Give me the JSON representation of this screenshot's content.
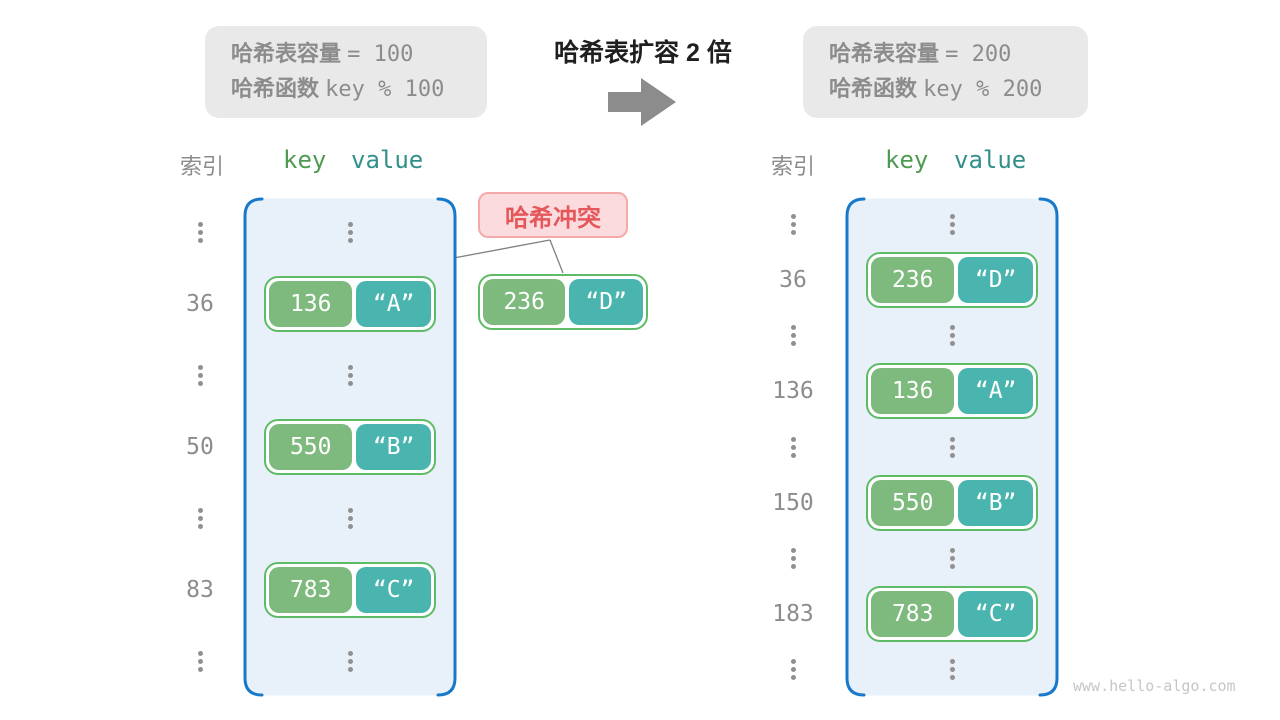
{
  "info_left": {
    "line1_label": "哈希表容量",
    "line1_value": "=  100",
    "line2_label": "哈希函数",
    "line2_value": "key % 100"
  },
  "info_right": {
    "line1_label": "哈希表容量",
    "line1_value": "=  200",
    "line2_label": "哈希函数",
    "line2_value": "key % 200"
  },
  "title": "哈希表扩容 2 倍",
  "arrow_icon": "right-arrow",
  "collision": {
    "label": "哈希冲突",
    "pair": {
      "key": "236",
      "value": "“D”"
    }
  },
  "headers": {
    "index": "索引",
    "key": "key",
    "value": "value"
  },
  "tables": {
    "left": {
      "rows": [
        {
          "type": "ellipsis"
        },
        {
          "type": "data",
          "index": "36",
          "key": "136",
          "value": "“A”"
        },
        {
          "type": "ellipsis"
        },
        {
          "type": "data",
          "index": "50",
          "key": "550",
          "value": "“B”"
        },
        {
          "type": "ellipsis"
        },
        {
          "type": "data",
          "index": "83",
          "key": "783",
          "value": "“C”"
        },
        {
          "type": "ellipsis"
        }
      ]
    },
    "right": {
      "rows": [
        {
          "type": "ellipsis"
        },
        {
          "type": "data",
          "index": "36",
          "key": "236",
          "value": "“D”"
        },
        {
          "type": "ellipsis"
        },
        {
          "type": "data",
          "index": "136",
          "key": "136",
          "value": "“A”"
        },
        {
          "type": "ellipsis"
        },
        {
          "type": "data",
          "index": "150",
          "key": "550",
          "value": "“B”"
        },
        {
          "type": "ellipsis"
        },
        {
          "type": "data",
          "index": "183",
          "key": "783",
          "value": "“C”"
        },
        {
          "type": "ellipsis"
        }
      ]
    }
  },
  "watermark": "www.hello-algo.com",
  "colors": {
    "blue": "#1879CA",
    "table_fill": "#E8F1FA",
    "green": "#7EBA7D",
    "teal": "#4AB5AF",
    "pair_border": "#5FBC66",
    "gray_text": "#8C8C8C",
    "badge_bg": "#FBDBDD",
    "badge_border": "#F5A9A9",
    "badge_text": "#E4585C",
    "key_header": "#4E9B50",
    "value_header": "#31908A"
  }
}
